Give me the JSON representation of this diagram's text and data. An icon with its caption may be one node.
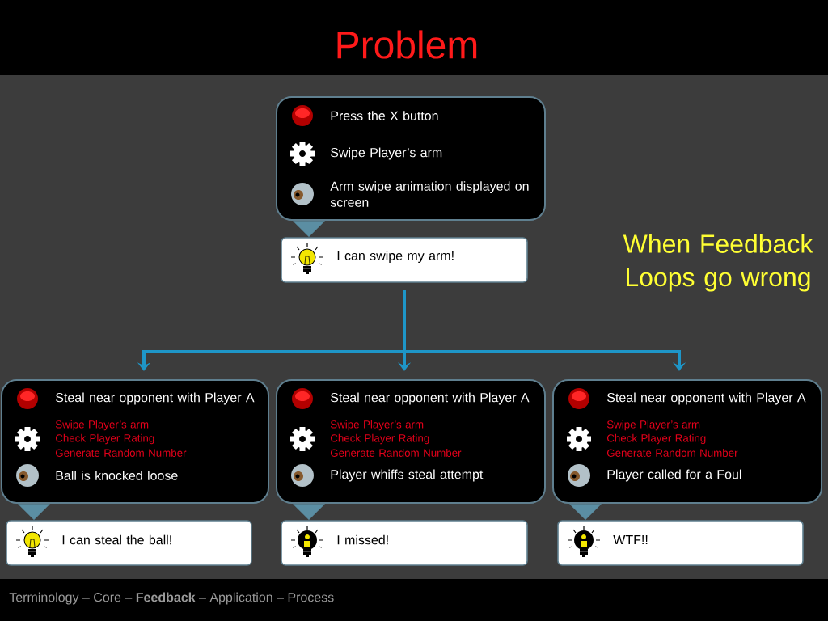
{
  "diagram": {
    "title": "Problem",
    "nodes": [
      {
        "text": [
          "Press the X button",
          "Swipe Player’s arm",
          "Arm swipe animation displayed on screen"
        ]
      },
      {
        "text": [
          "I can swipe my arm!"
        ]
      },
      {
        "text": [
          "Steal near opponent with Player A",
          "Swipe Player’s arm",
          "Check Player Rating",
          "Generate Random Number",
          "Ball is knocked loose"
        ]
      },
      {
        "text": [
          "Steal near opponent with Player A",
          "Swipe Player’s arm",
          "Check Player Rating",
          "Generate Random Number",
          "Player whiffs steal attempt"
        ]
      },
      {
        "text": [
          "Steal near opponent with Player A",
          "Swipe Player’s arm",
          "Check Player Rating",
          "Generate Random Number",
          "Player called for a Foul"
        ]
      },
      {
        "text": [
          "I can steal the ball!"
        ]
      },
      {
        "text": [
          "I missed!"
        ]
      },
      {
        "text": [
          "WTF!!"
        ]
      }
    ],
    "edges": [
      {
        "from": 0,
        "to": 1,
        "arrow": "to",
        "color": "#5b8ea3"
      },
      {
        "from": 1,
        "to": 2,
        "arrow": "to",
        "color": "#1e96c8"
      },
      {
        "from": 1,
        "to": 3,
        "arrow": "to",
        "color": "#1e96c8"
      },
      {
        "from": 1,
        "to": 4,
        "arrow": "to",
        "color": "#1e96c8"
      },
      {
        "from": 2,
        "to": 5,
        "arrow": "to",
        "color": "#5b8ea3"
      },
      {
        "from": 3,
        "to": 6,
        "arrow": "to",
        "color": "#5b8ea3"
      },
      {
        "from": 4,
        "to": 7,
        "arrow": "to",
        "color": "#5b8ea3"
      }
    ],
    "labels": [
      "When Feedback Loops go wrong",
      "Terminology – Core – **Feedback** – Application – Process"
    ]
  }
}
